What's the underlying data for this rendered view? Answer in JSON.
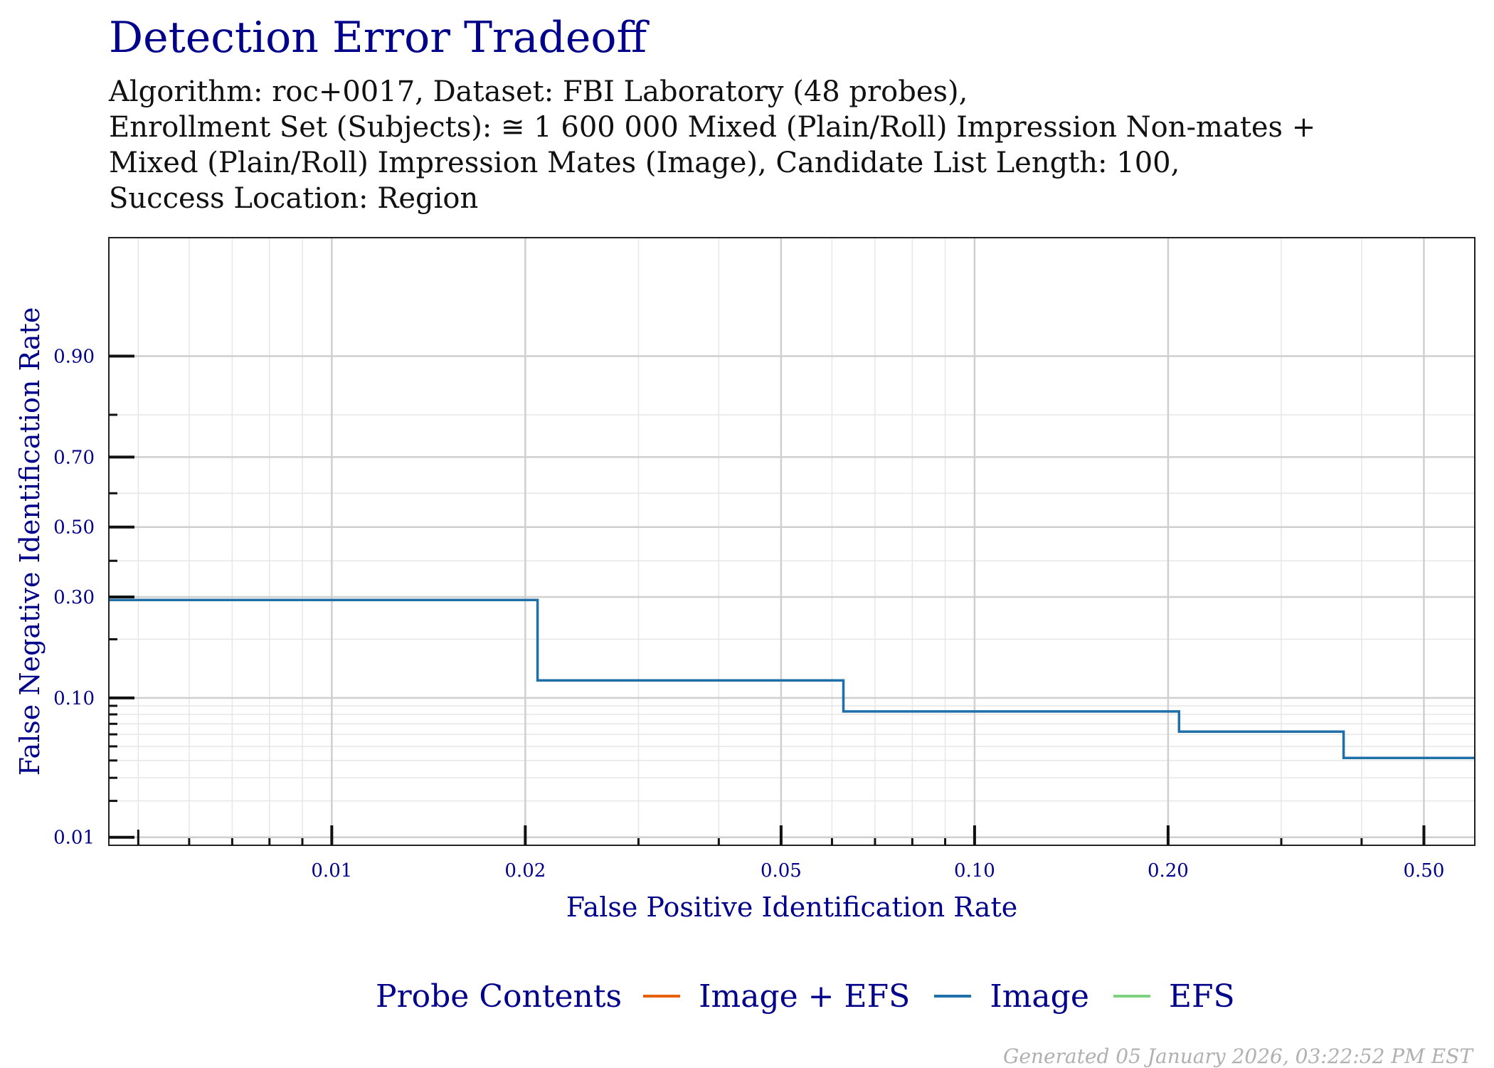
{
  "chart_data": {
    "type": "line",
    "title": "Detection Error Tradeoff",
    "subtitle_lines": [
      "Algorithm: roc+0017, Dataset: FBI Laboratory (48 probes),",
      "Enrollment Set (Subjects): ≅ 1 600 000 Mixed (Plain/Roll) Impression Non-mates +",
      "Mixed (Plain/Roll) Impression Mates (Image), Candidate List Length: 100,",
      "Success Location: Region"
    ],
    "xlabel": "False Positive Identification Rate",
    "ylabel": "False Negative Identification Rate",
    "x_scale": "log",
    "y_scale": "probit",
    "xlim": [
      0.0045,
      0.6
    ],
    "ylim": [
      0.0085,
      0.985
    ],
    "grid": true,
    "x_ticks": [
      {
        "value": 0.01,
        "label": "0.01"
      },
      {
        "value": 0.02,
        "label": "0.02"
      },
      {
        "value": 0.05,
        "label": "0.05"
      },
      {
        "value": 0.1,
        "label": "0.10"
      },
      {
        "value": 0.2,
        "label": "0.20"
      },
      {
        "value": 0.5,
        "label": "0.50"
      }
    ],
    "y_ticks": [
      {
        "value": 0.01,
        "label": "0.01"
      },
      {
        "value": 0.1,
        "label": "0.10"
      },
      {
        "value": 0.3,
        "label": "0.30"
      },
      {
        "value": 0.5,
        "label": "0.50"
      },
      {
        "value": 0.7,
        "label": "0.70"
      },
      {
        "value": 0.9,
        "label": "0.90"
      }
    ],
    "legend": {
      "title": "Probe Contents",
      "position": "bottom",
      "entries": [
        {
          "name": "Image + EFS",
          "color": "#e66101"
        },
        {
          "name": "Image",
          "color": "#1f6fa8"
        },
        {
          "name": "EFS",
          "color": "#7fd07f"
        }
      ]
    },
    "series": [
      {
        "name": "Image",
        "color": "#1f6fa8",
        "step": true,
        "points": [
          {
            "x": 0.0045,
            "y": 0.292
          },
          {
            "x": 0.0209,
            "y": 0.292
          },
          {
            "x": 0.0209,
            "y": 0.125
          },
          {
            "x": 0.0625,
            "y": 0.125
          },
          {
            "x": 0.0625,
            "y": 0.0833
          },
          {
            "x": 0.208,
            "y": 0.0833
          },
          {
            "x": 0.208,
            "y": 0.0625
          },
          {
            "x": 0.375,
            "y": 0.0625
          },
          {
            "x": 0.375,
            "y": 0.0417
          },
          {
            "x": 0.6,
            "y": 0.0417
          }
        ]
      }
    ]
  },
  "footer": "Generated 05 January 2026, 03:22:52 PM EST"
}
